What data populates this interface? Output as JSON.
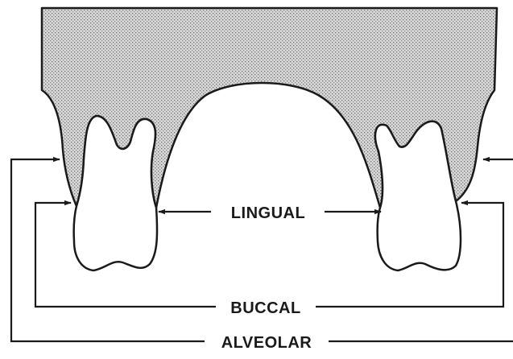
{
  "diagram": {
    "labels": {
      "lingual": "LINGUAL",
      "buccal": "BUCCAL",
      "alveolar": "ALVEOLAR"
    },
    "colors": {
      "line": "#1a1a1a",
      "stipple": "#9a9a9a",
      "background": "#ffffff"
    }
  }
}
